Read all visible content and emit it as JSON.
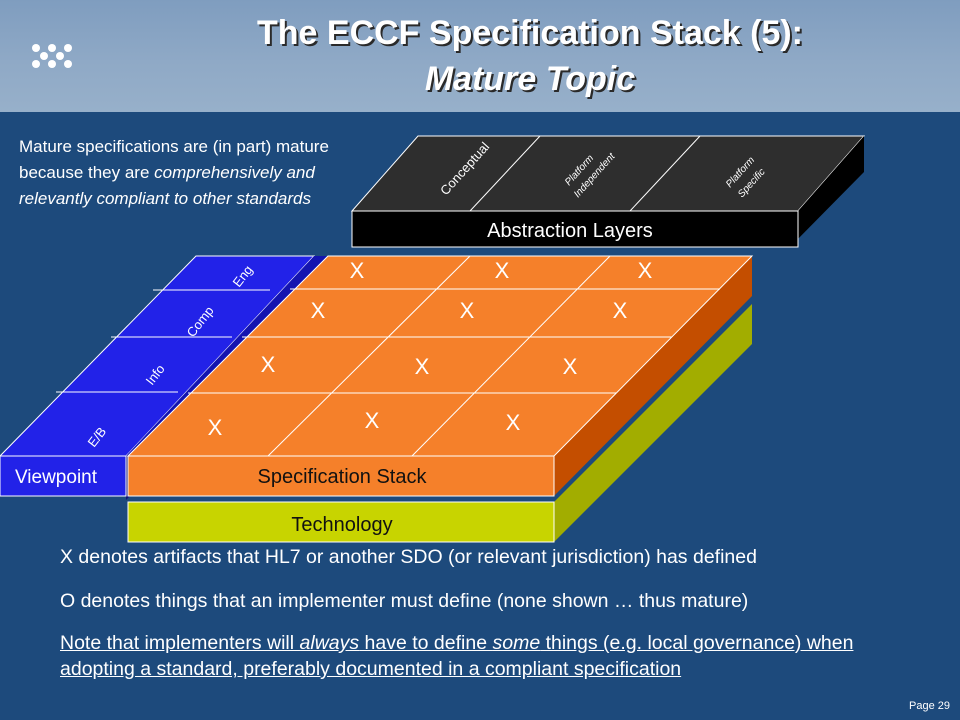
{
  "title": {
    "line1": "The ECCF Specification Stack (5):",
    "line2": "Mature Topic"
  },
  "intro": {
    "part1": "Mature specifications are (in part) mature because they are ",
    "part2_italic": "comprehensively and relevantly compliant to other standards"
  },
  "diagram": {
    "abstraction_label": "Abstraction Layers",
    "abstraction_columns": {
      "conceptual": "Conceptual",
      "pi_1": "Platform",
      "pi_2": "Independent",
      "ps_1": "Platform",
      "ps_2": "Specific"
    },
    "viewpoint_label": "Viewpoint",
    "viewpoint_rows": [
      "Eng",
      "Comp",
      "Info",
      "E/B"
    ],
    "spec_label": "Specification Stack",
    "technology_label": "Technology",
    "cell_mark": "X",
    "colors": {
      "blue": "#2222e8",
      "orange": "#f5802a",
      "orange_dark": "#c44e00",
      "olive": "#c8d400",
      "dark": "#2e2e2e"
    }
  },
  "notes": {
    "x": "X denotes artifacts that HL7 or another SDO (or relevant jurisdiction) has defined",
    "o": "O denotes things that an implementer must define (none shown … thus mature)",
    "n3_a": "Note that implementers will ",
    "n3_b": "always",
    "n3_c": " have to define ",
    "n3_d": "some",
    "n3_e": " things (e.g. local governance) when adopting a standard, preferably documented in a compliant specification"
  },
  "page": "Page 29"
}
